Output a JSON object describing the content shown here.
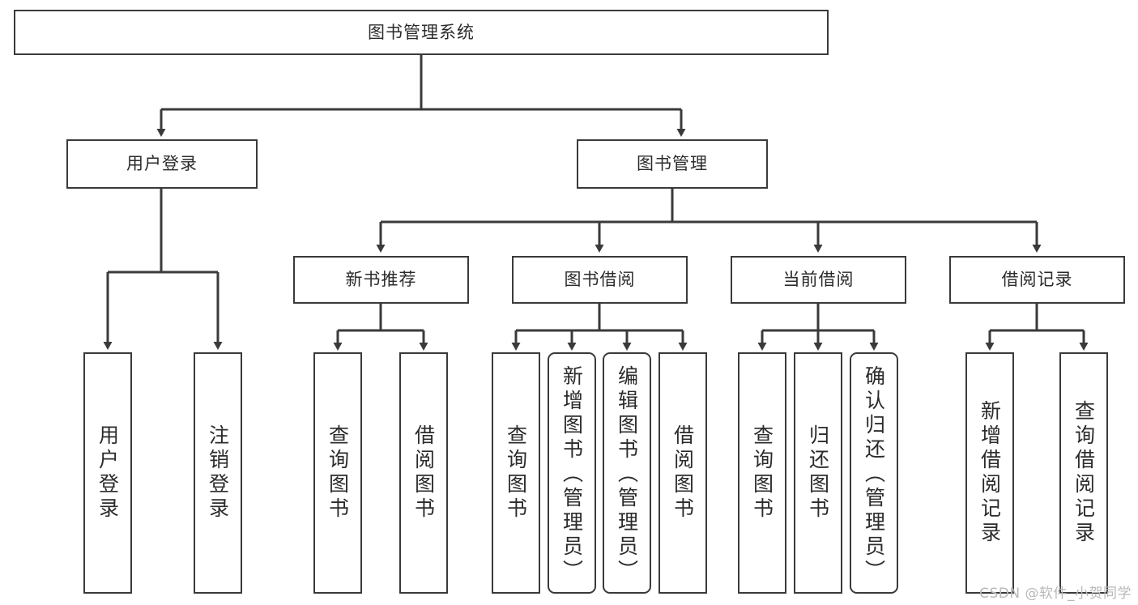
{
  "diagram": {
    "title": "图书管理系统",
    "watermark": "CSDN @软件_小贺同学",
    "line_color": "#3a3a3a",
    "box_fill": "#ffffff",
    "text_color": "#2b2b2b",
    "root": {
      "id": "root",
      "label": "图书管理系统"
    },
    "level2": [
      {
        "id": "user-login",
        "label": "用户登录"
      },
      {
        "id": "book-manage",
        "label": "图书管理"
      }
    ],
    "level3": [
      {
        "id": "new-book-recommend",
        "label": "新书推荐",
        "parent": "book-manage"
      },
      {
        "id": "book-borrow",
        "label": "图书借阅",
        "parent": "book-manage"
      },
      {
        "id": "current-borrow",
        "label": "当前借阅",
        "parent": "book-manage"
      },
      {
        "id": "borrow-record",
        "label": "借阅记录",
        "parent": "book-manage"
      }
    ],
    "leaves": [
      {
        "id": "leaf-user-login",
        "label": "用户登录",
        "parent": "user-login",
        "rounded": false
      },
      {
        "id": "leaf-logout",
        "label": "注销登录",
        "parent": "user-login",
        "rounded": false
      },
      {
        "id": "leaf-query-book-1",
        "label": "查询图书",
        "parent": "new-book-recommend",
        "rounded": false
      },
      {
        "id": "leaf-borrow-book-1",
        "label": "借阅图书",
        "parent": "new-book-recommend",
        "rounded": false
      },
      {
        "id": "leaf-query-book-2",
        "label": "查询图书",
        "parent": "book-borrow",
        "rounded": false
      },
      {
        "id": "leaf-add-book",
        "label": "新增图书（管理员）",
        "parent": "book-borrow",
        "rounded": true
      },
      {
        "id": "leaf-edit-book",
        "label": "编辑图书（管理员）",
        "parent": "book-borrow",
        "rounded": true
      },
      {
        "id": "leaf-borrow-book-2",
        "label": "借阅图书",
        "parent": "book-borrow",
        "rounded": false
      },
      {
        "id": "leaf-query-book-3",
        "label": "查询图书",
        "parent": "current-borrow",
        "rounded": false
      },
      {
        "id": "leaf-return-book",
        "label": "归还图书",
        "parent": "current-borrow",
        "rounded": false
      },
      {
        "id": "leaf-confirm-return",
        "label": "确认归还（管理员）",
        "parent": "current-borrow",
        "rounded": true
      },
      {
        "id": "leaf-add-record",
        "label": "新增借阅记录",
        "parent": "borrow-record",
        "rounded": false
      },
      {
        "id": "leaf-query-record",
        "label": "查询借阅记录",
        "parent": "borrow-record",
        "rounded": false
      }
    ]
  }
}
